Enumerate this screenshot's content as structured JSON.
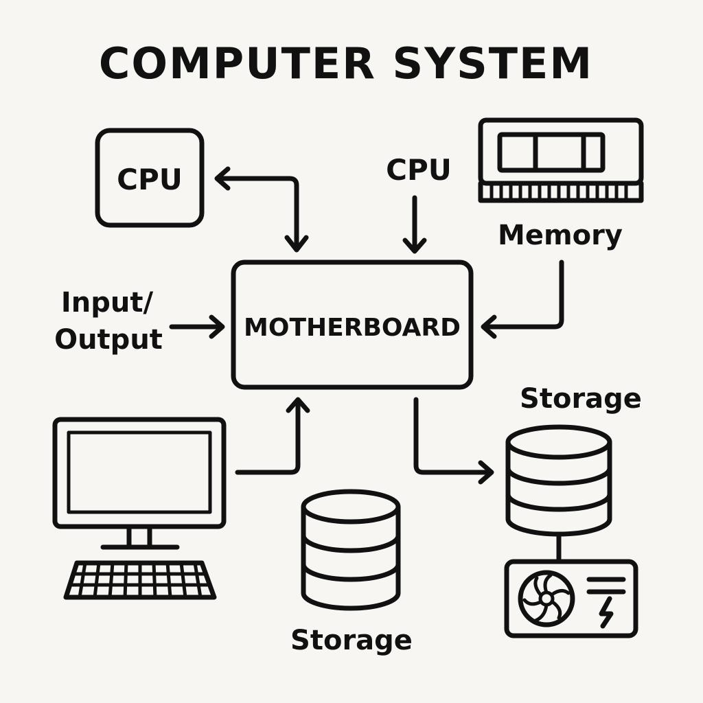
{
  "title": "COMPUTER SYSTEM",
  "nodes": {
    "cpu_box": "CPU",
    "cpu_top": "CPU",
    "memory": "Memory",
    "motherboard": "MOTHERBOARD",
    "io_line1": "Input/",
    "io_line2": "Output",
    "storage_right": "Storage",
    "storage_bottom": "Storage"
  },
  "icons": {
    "cpu": "cpu-chip-icon",
    "memory": "ram-module-icon",
    "monitor": "monitor-icon",
    "keyboard": "keyboard-icon",
    "storage_bottom": "database-cylinder-icon",
    "storage_right": "database-cylinder-icon",
    "power_supply": "power-supply-icon"
  },
  "colors": {
    "background": "#f7f6f3",
    "ink": "#111111"
  }
}
